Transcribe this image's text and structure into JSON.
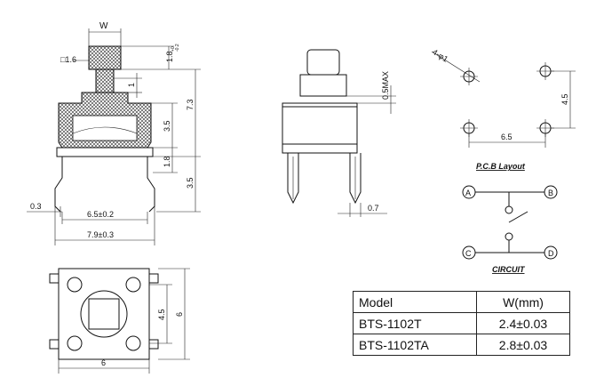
{
  "front_view": {
    "dims": {
      "w": "W",
      "sq": "□1.6",
      "h18": "1.8",
      "h18_tol_top": "+0",
      "h18_tol_bottom": "-0.2",
      "one": "1",
      "h73": "7.3",
      "h35a": "3.5",
      "h18b": "1.8",
      "h35b": "3.5",
      "t03": "0.3",
      "w65": "6.5±0.2",
      "w79": "7.9±0.3"
    }
  },
  "side_view": {
    "dims": {
      "max05": "0.5MAX",
      "t07": "0.7"
    }
  },
  "pcb_layout": {
    "hole_label": "4-φ1",
    "dim_45": "4.5",
    "dim_65": "6.5",
    "title": "P.C.B Layout"
  },
  "circuit": {
    "terminals": [
      "A",
      "B",
      "C",
      "D"
    ],
    "title": "CIRCUIT"
  },
  "top_view": {
    "dims": {
      "d45": "4.5",
      "d6v": "6",
      "d6h": "6"
    }
  },
  "spec_table": {
    "headers": [
      "Model",
      "W(mm)"
    ],
    "rows": [
      [
        "BTS-1102T",
        "2.4±0.03"
      ],
      [
        "BTS-1102TA",
        "2.8±0.03"
      ]
    ]
  }
}
